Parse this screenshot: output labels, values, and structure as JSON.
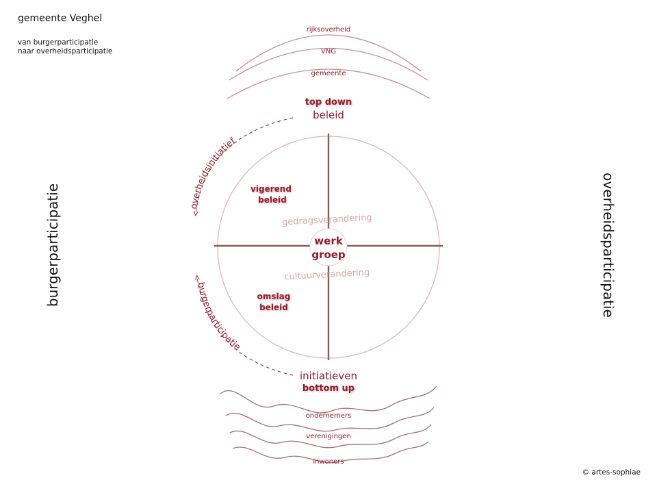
{
  "header": {
    "title": "gemeente Veghel",
    "subtitle_line1": "van burgerparticipatie",
    "subtitle_line2": "naar overheidsparticipatie"
  },
  "diagram": {
    "top_arcs": [
      "rijksoverheid",
      "VNG",
      "gemeente"
    ],
    "top_label_1": "top down",
    "top_label_2": "beleid",
    "left_arrow_label": "overheidsinitiatief",
    "bottom_arrow_label": "burgerparticipatie",
    "quadrant_top_left_1": "vigerend",
    "quadrant_top_left_2": "beleid",
    "quadrant_bottom_left_1": "omslag",
    "quadrant_bottom_left_2": "beleid",
    "upper_band_label": "gedragsverandering",
    "lower_band_label": "cultuurverandering",
    "center_1": "werk",
    "center_2": "groep",
    "bottom_label_1": "initiatieven",
    "bottom_label_2": "bottom up",
    "bottom_waves": [
      "ondernemers",
      "verenigingen",
      "inwoners"
    ],
    "side_left": "burgerparticipatie",
    "side_right": "overheidsparticipatie"
  },
  "footer": {
    "credit": "© artes-sophiae"
  },
  "colors": {
    "accent": "#8b1c2c",
    "line": "#c98b8f",
    "axis": "#8a5a5d",
    "faint": "#d5a6aa"
  }
}
